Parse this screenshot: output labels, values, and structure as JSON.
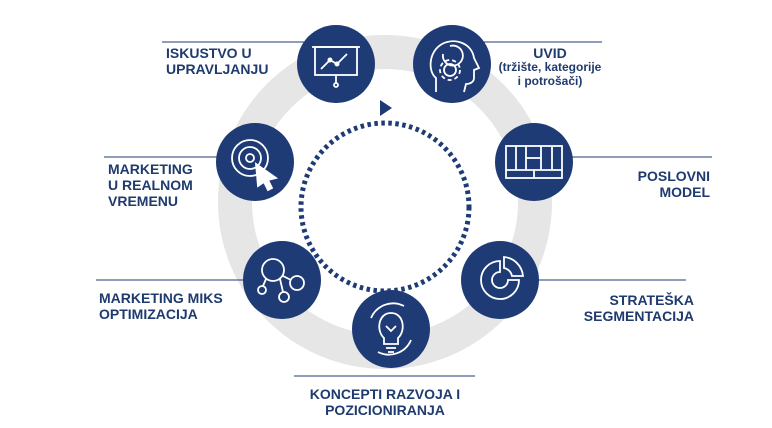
{
  "colors": {
    "navy": "#1f3b75",
    "ring": "#e6e6e6",
    "text": "#1f3a6e",
    "rule": "#1f3b75"
  },
  "nodes": [
    {
      "id": "uvid",
      "icon": "head-gear-icon",
      "title_lines": [
        "UVID"
      ],
      "sub_lines": [
        "(tržište, kategorije",
        "i potrošači)"
      ]
    },
    {
      "id": "poslovni-model",
      "icon": "business-model-grid-icon",
      "title_lines": [
        "POSLOVNI",
        "MODEL"
      ],
      "sub_lines": []
    },
    {
      "id": "strateska-segmentacija",
      "icon": "pie-segment-icon",
      "title_lines": [
        "STRATEŠKA",
        "SEGMENTACIJA"
      ],
      "sub_lines": []
    },
    {
      "id": "koncepti",
      "icon": "lightbulb-cycle-icon",
      "title_lines": [
        "KONCEPTI RAZVOJA I",
        "POZICIONIRANJA"
      ],
      "sub_lines": []
    },
    {
      "id": "marketing-miks",
      "icon": "bubbles-network-icon",
      "title_lines": [
        "MARKETING MIKS",
        "OPTIMIZACIJA"
      ],
      "sub_lines": []
    },
    {
      "id": "marketing-realno",
      "icon": "target-cursor-icon",
      "title_lines": [
        "MARKETING",
        "U REALNOM",
        "VREMENU"
      ],
      "sub_lines": []
    },
    {
      "id": "iskustvo",
      "icon": "presentation-chart-icon",
      "title_lines": [
        "ISKUSTVO U",
        "UPRAVLJANJU"
      ],
      "sub_lines": []
    }
  ]
}
